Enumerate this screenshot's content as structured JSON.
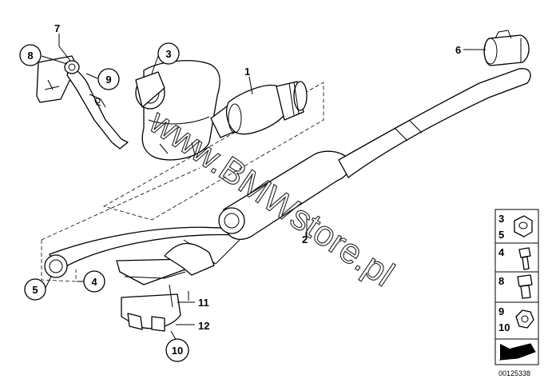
{
  "watermark": "www.BMWstore.pl",
  "callouts": {
    "c1": "1",
    "c2": "2",
    "c3": "3",
    "c4": "4",
    "c5": "5",
    "c6": "6",
    "c7": "7",
    "c8": "8",
    "c9": "9",
    "c10": "10",
    "c11": "11",
    "c12": "12"
  },
  "legend": {
    "row1_top": "3",
    "row1_bottom": "5",
    "row2": "4",
    "row3": "8",
    "row4_top": "9",
    "row4_bottom": "10"
  },
  "reference_number": "00125338"
}
